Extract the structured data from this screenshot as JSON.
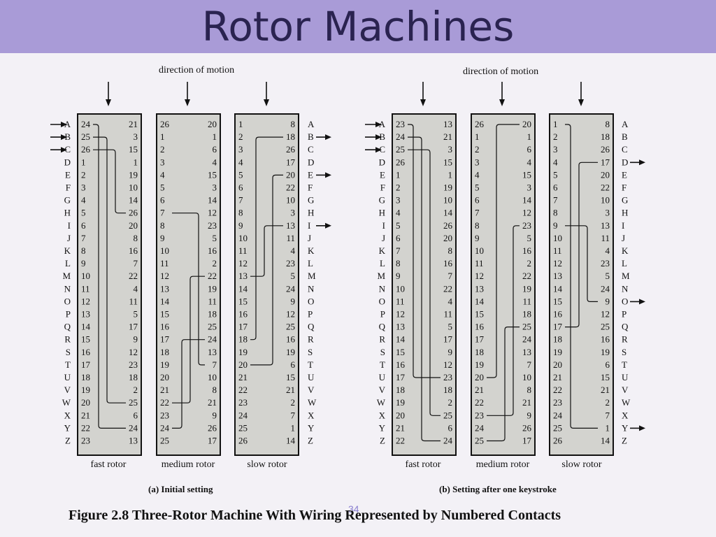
{
  "title": "Rotor Machines",
  "page_number": "34",
  "figure_caption": "Figure 2.8   Three-Rotor Machine With Wiring Represented by Numbered Contacts",
  "letters": [
    "A",
    "B",
    "C",
    "D",
    "E",
    "F",
    "G",
    "H",
    "I",
    "J",
    "K",
    "L",
    "M",
    "N",
    "O",
    "P",
    "Q",
    "R",
    "S",
    "T",
    "U",
    "V",
    "W",
    "X",
    "Y",
    "Z"
  ],
  "panels": [
    {
      "caption": "(a) Initial setting",
      "direction_label": "direction of motion",
      "input_letters": [
        "A",
        "B",
        "C"
      ],
      "output_letters": [
        "B",
        "E",
        "I"
      ],
      "rotors": [
        {
          "label": "fast rotor",
          "left": [
            24,
            25,
            26,
            1,
            2,
            3,
            4,
            5,
            6,
            7,
            8,
            9,
            10,
            11,
            12,
            13,
            14,
            15,
            16,
            17,
            18,
            19,
            20,
            21,
            22,
            23
          ],
          "right": [
            21,
            3,
            15,
            1,
            19,
            10,
            14,
            26,
            20,
            8,
            16,
            7,
            22,
            4,
            11,
            5,
            17,
            9,
            12,
            23,
            18,
            2,
            25,
            6,
            24,
            13
          ]
        },
        {
          "label": "medium rotor",
          "left": [
            26,
            1,
            2,
            3,
            4,
            5,
            6,
            7,
            8,
            9,
            10,
            11,
            12,
            13,
            14,
            15,
            16,
            17,
            18,
            19,
            20,
            21,
            22,
            23,
            24,
            25
          ],
          "right": [
            20,
            1,
            6,
            4,
            15,
            3,
            14,
            12,
            23,
            5,
            16,
            2,
            22,
            19,
            11,
            18,
            25,
            24,
            13,
            7,
            10,
            8,
            21,
            9,
            26,
            17
          ]
        },
        {
          "label": "slow rotor",
          "left": [
            1,
            2,
            3,
            4,
            5,
            6,
            7,
            8,
            9,
            10,
            11,
            12,
            13,
            14,
            15,
            16,
            17,
            18,
            19,
            20,
            21,
            22,
            23,
            24,
            25,
            26
          ],
          "right": [
            8,
            18,
            26,
            17,
            20,
            22,
            10,
            3,
            13,
            11,
            4,
            23,
            5,
            24,
            9,
            12,
            25,
            16,
            19,
            6,
            15,
            21,
            2,
            7,
            1,
            14
          ]
        }
      ]
    },
    {
      "caption": "(b) Setting after one keystroke",
      "direction_label": "direction of motion",
      "input_letters": [
        "A",
        "B",
        "C"
      ],
      "output_letters": [
        "D",
        "O",
        "Y"
      ],
      "rotors": [
        {
          "label": "fast rotor",
          "left": [
            23,
            24,
            25,
            26,
            1,
            2,
            3,
            4,
            5,
            6,
            7,
            8,
            9,
            10,
            11,
            12,
            13,
            14,
            15,
            16,
            17,
            18,
            19,
            20,
            21,
            22
          ],
          "right": [
            13,
            21,
            3,
            15,
            1,
            19,
            10,
            14,
            26,
            20,
            8,
            16,
            7,
            22,
            4,
            11,
            5,
            17,
            9,
            12,
            23,
            18,
            2,
            25,
            6,
            24
          ]
        },
        {
          "label": "medium rotor",
          "left": [
            26,
            1,
            2,
            3,
            4,
            5,
            6,
            7,
            8,
            9,
            10,
            11,
            12,
            13,
            14,
            15,
            16,
            17,
            18,
            19,
            20,
            21,
            22,
            23,
            24,
            25
          ],
          "right": [
            20,
            1,
            6,
            4,
            15,
            3,
            14,
            12,
            23,
            5,
            16,
            2,
            22,
            19,
            11,
            18,
            25,
            24,
            13,
            7,
            10,
            8,
            21,
            9,
            26,
            17
          ]
        },
        {
          "label": "slow rotor",
          "left": [
            1,
            2,
            3,
            4,
            5,
            6,
            7,
            8,
            9,
            10,
            11,
            12,
            13,
            14,
            15,
            16,
            17,
            18,
            19,
            20,
            21,
            22,
            23,
            24,
            25,
            26
          ],
          "right": [
            8,
            18,
            26,
            17,
            20,
            22,
            10,
            3,
            13,
            11,
            4,
            23,
            5,
            24,
            9,
            12,
            25,
            16,
            19,
            6,
            15,
            21,
            2,
            7,
            1,
            14
          ]
        }
      ]
    }
  ]
}
